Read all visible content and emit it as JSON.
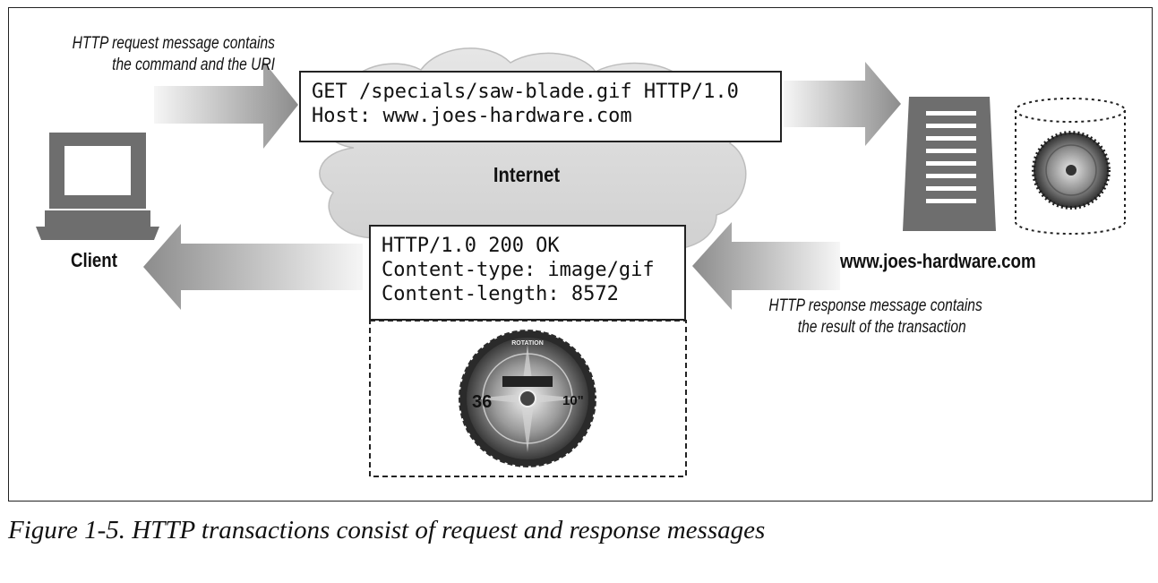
{
  "request_note": {
    "line1": "HTTP request message contains",
    "line2": "the command and the URI"
  },
  "request_message": {
    "line1": "GET /specials/saw-blade.gif HTTP/1.0",
    "line2": "Host: www.joes-hardware.com"
  },
  "network_label": "Internet",
  "client_label": "Client",
  "server_label": "www.joes-hardware.com",
  "response_message": {
    "line1": "HTTP/1.0 200 OK",
    "line2": "Content-type: image/gif",
    "line3": "Content-length: 8572"
  },
  "response_note": {
    "line1": "HTTP response message contains",
    "line2": "the result of the transaction"
  },
  "saw_blade_print": {
    "brand": "ROTATION",
    "teeth": "36",
    "size": "10\""
  },
  "caption": "Figure 1-5. HTTP transactions consist of request and response messages",
  "colors": {
    "arrow_dark": "#8c8c8c",
    "arrow_light": "#f6f6f6",
    "cloud": "#d8d8d8",
    "device": "#6e6e6e"
  }
}
